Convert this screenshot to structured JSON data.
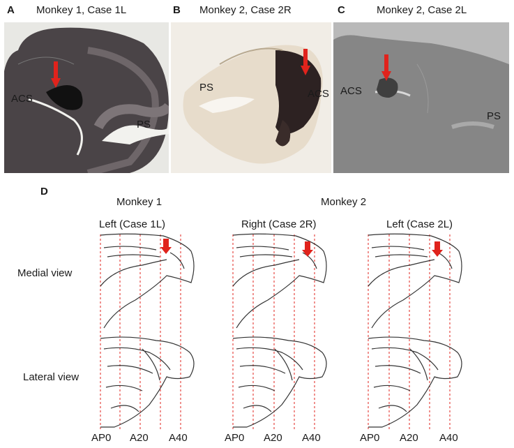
{
  "panels": {
    "A": {
      "letter": "A",
      "title": "Monkey 1, Case 1L",
      "acs": "ACS",
      "ps": "PS"
    },
    "B": {
      "letter": "B",
      "title": "Monkey 2, Case 2R",
      "acs": "ACS",
      "ps": "PS"
    },
    "C": {
      "letter": "C",
      "title": "Monkey 2, Case 2L",
      "acs": "ACS",
      "ps": "PS"
    }
  },
  "panelD": {
    "letter": "D",
    "monkey1": "Monkey 1",
    "monkey2": "Monkey 2",
    "col1": "Left (Case 1L)",
    "col2": "Right (Case 2R)",
    "col3": "Left (Case 2L)",
    "medial": "Medial view",
    "lateral": "Lateral view",
    "ticks": [
      "AP0",
      "A20",
      "A40"
    ]
  },
  "colors": {
    "arrow": "#e0231c",
    "guide": "#e0231c",
    "outline": "#333333"
  }
}
